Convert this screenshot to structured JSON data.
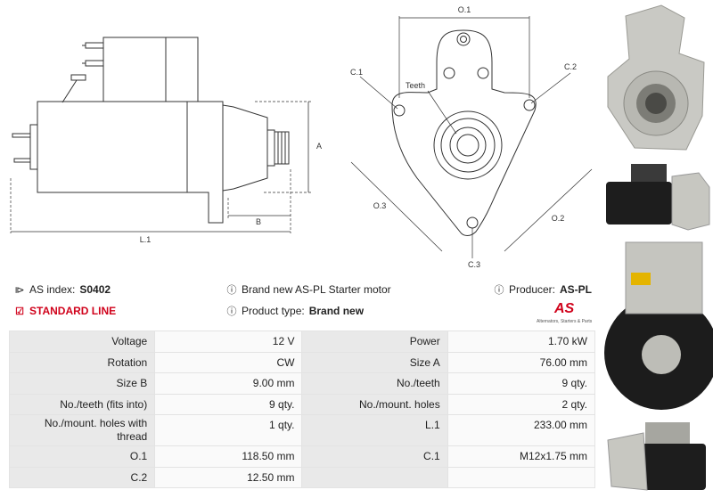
{
  "drawing": {
    "labels": {
      "A": "A",
      "B": "B",
      "L1": "L.1",
      "O1": "O.1",
      "O2": "O.2",
      "O3": "O.3",
      "C1": "C.1",
      "C2": "C.2",
      "C3": "C.3",
      "teeth": "Teeth"
    }
  },
  "info": {
    "as_index_label": "AS index:",
    "as_index_value": "S0402",
    "description": "Brand new AS-PL Starter motor",
    "producer_label": "Producer:",
    "producer_value": "AS-PL",
    "line_label": "STANDARD LINE",
    "product_type_label": "Product type:",
    "product_type_value": "Brand new",
    "logo_text": "AS",
    "logo_caption": "Alternators, Starters & Parts"
  },
  "specs": [
    {
      "l1": "Voltage",
      "v1": "12 V",
      "l2": "Power",
      "v2": "1.70 kW"
    },
    {
      "l1": "Rotation",
      "v1": "CW",
      "l2": "Size A",
      "v2": "76.00 mm"
    },
    {
      "l1": "Size B",
      "v1": "9.00 mm",
      "l2": "No./teeth",
      "v2": "9 qty."
    },
    {
      "l1": "No./teeth (fits into)",
      "v1": "9 qty.",
      "l2": "No./mount. holes",
      "v2": "2 qty."
    },
    {
      "l1a": "No./mount. holes with",
      "l1b": "thread",
      "v1": "1 qty.",
      "l2": "L.1",
      "v2": "233.00 mm"
    },
    {
      "l1": "O.1",
      "v1": "118.50 mm",
      "l2": "C.1",
      "v2": "M12x1.75 mm"
    },
    {
      "l1": "C.2",
      "v1": "12.50 mm",
      "l2": "",
      "v2": ""
    }
  ],
  "colors": {
    "accent": "#d0021b",
    "label_bg": "#e9e9e9",
    "value_bg": "#fafafa"
  }
}
